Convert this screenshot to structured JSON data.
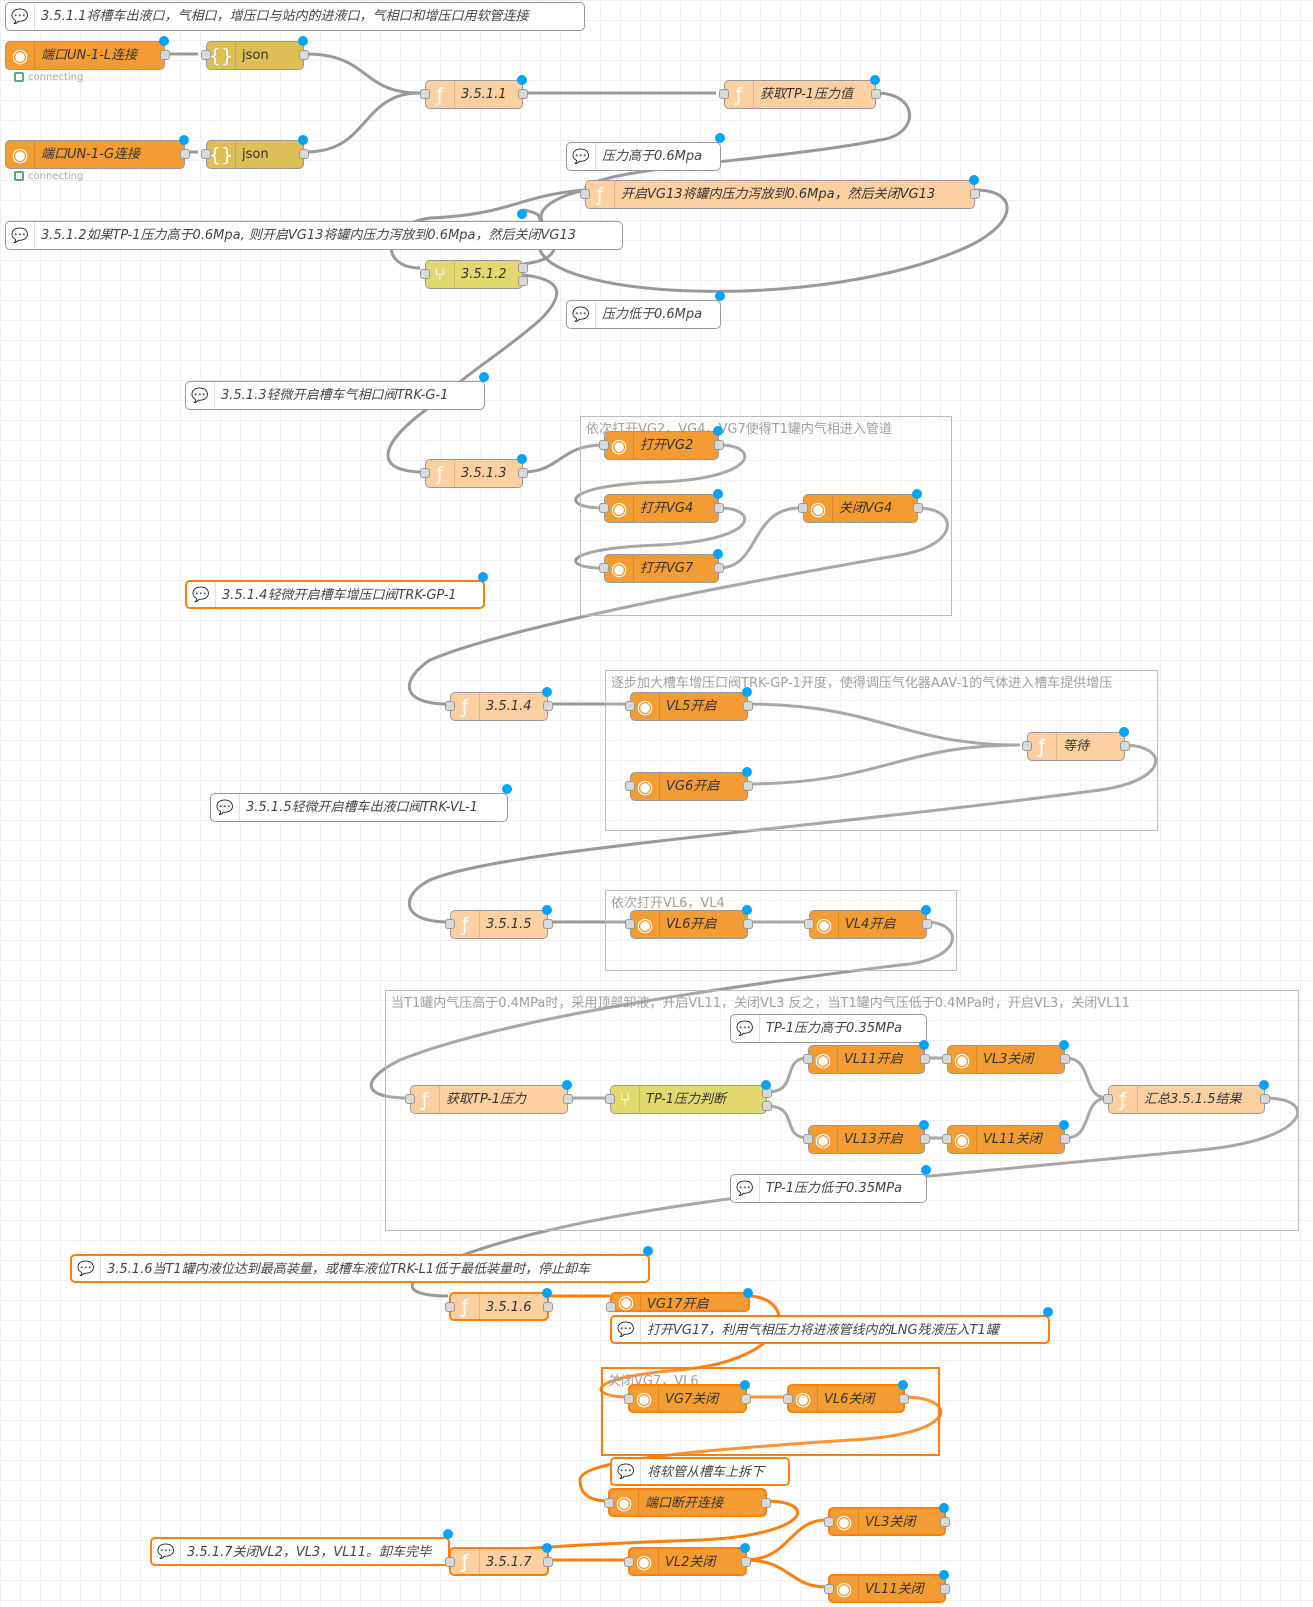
{
  "groups": {
    "g1": "依次打开VG2，VG4，VG7使得T1罐内气相进入管道",
    "g2": "逐步加大槽车增压口阀TRK-GP-1开度，使得调压气化器AAV-1的气体进入槽车提供增压",
    "g3": "依次打开VL6，VL4",
    "g4": "当T1罐内气压高于0.4MPa时，采用顶部卸液，开启VL11，关闭VL3 反之，当T1罐内气压低于0.4MPa时，开启VL3，关闭VL11",
    "g5": "关闭VG7，VL6"
  },
  "comments": {
    "c1": "3.5.1.1将槽车出液口，气相口，增压口与站内的进液口，气相口和增压口用软管连接",
    "c2": "压力高于0.6Mpa",
    "c3": "3.5.1.2如果TP-1压力高于0.6Mpa, 则开启VG13将罐内压力泻放到0.6Mpa，然后关闭VG13",
    "c4": "压力低于0.6Mpa",
    "c5": "3.5.1.3轻微开启槽车气相口阀TRK-G-1",
    "c6": "3.5.1.4轻微开启槽车增压口阀TRK-GP-1",
    "c7": "3.5.1.5轻微开启槽车出液口阀TRK-VL-1",
    "c8": "TP-1压力高于0.35MPa",
    "c9": "TP-1压力低于0.35MPa",
    "c10": "3.5.1.6当T1罐内液位达到最高装量，或槽车液位TRK-L1低于最低装量时，停止卸车",
    "c11": "打开VG17，利用气相压力将进液管线内的LNG残液压入T1罐",
    "c12": "将软管从槽车上拆下",
    "c13": "3.5.1.7关闭VL2，VL3，VL11。卸车完毕"
  },
  "nodes": {
    "un1l": "端口UN-1-L连接",
    "json1": "json",
    "un1g": "端口UN-1-G连接",
    "json2": "json",
    "f3511": "3.5.1.1",
    "ftp1": "获取TP-1压力值",
    "fvg13": "开启VG13将罐内压力泻放到0.6Mpa，然后关闭VG13",
    "sw3512": "3.5.1.2",
    "f3513": "3.5.1.3",
    "vg2": "打开VG2",
    "vg4": "打开VG4",
    "vg7": "打开VG7",
    "cvg4": "关闭VG4",
    "f3514": "3.5.1.4",
    "vl5": "VL5开启",
    "vg6": "VG6开启",
    "wait": "等待",
    "f3515": "3.5.1.5",
    "vl6": "VL6开启",
    "vl4": "VL4开启",
    "gettp1": "获取TP-1压力",
    "tp1sw": "TP-1压力判断",
    "vl11o": "VL11开启",
    "vl3c": "VL3关闭",
    "vl13o": "VL13开启",
    "vl11c": "VL11关闭",
    "sum": "汇总3.5.1.5结果",
    "f3516": "3.5.1.6",
    "vg17": "VG17开启",
    "vg7c": "VG7关闭",
    "vl6c": "VL6关闭",
    "disc": "端口断开连接",
    "f3517": "3.5.1.7",
    "vl2c": "VL2关闭",
    "vl3c2": "VL3关闭",
    "vl11c2": "VL11关闭"
  },
  "status": {
    "s1": "connecting",
    "s2": "connecting"
  },
  "colors": {
    "mqtt": "#f39c34",
    "function": "#fdd0a2",
    "json": "#debf57",
    "switch": "#e2d96e",
    "wire": "#999999",
    "selected": "#ff7f0e",
    "changed_dot": "#00a3ff"
  },
  "icons": {
    "mqtt": "radio-waves-icon",
    "function": "function-icon",
    "json": "json-braces-icon",
    "switch": "switch-branch-icon",
    "comment": "speech-bubble-icon"
  }
}
